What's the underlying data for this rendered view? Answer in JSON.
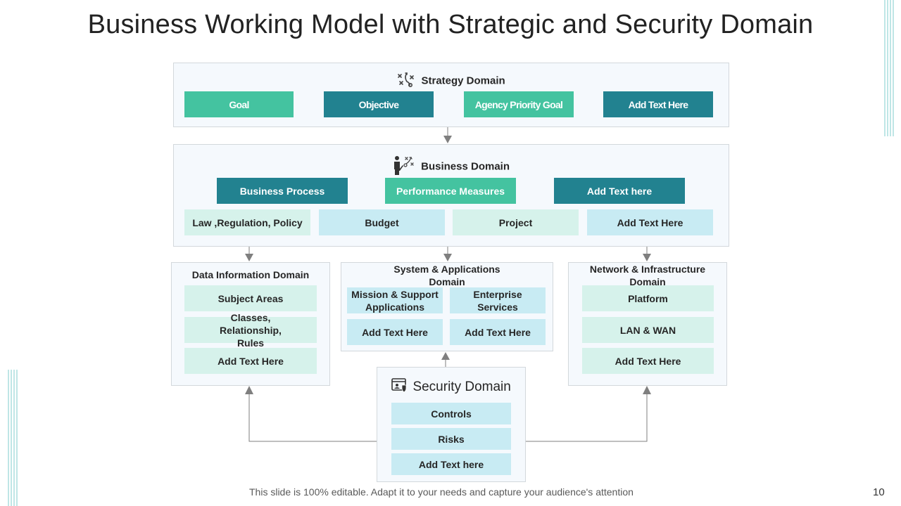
{
  "title": "Business Working Model with Strategic and Security Domain",
  "colors": {
    "dark_teal": "#228290",
    "green": "#44c3a0",
    "mint": "#d6f2eb",
    "sky": "#c8ebf3",
    "panel_bg": "#f5f9fd",
    "arrow": "#7f7f7f"
  },
  "strategy_domain": {
    "title": "Strategy Domain",
    "icon": "strategy-play-icon",
    "items": [
      "Goal",
      "Objective",
      "Agency Priority Goal",
      "Add Text Here"
    ]
  },
  "business_domain": {
    "title": "Business Domain",
    "icon": "presenter-strategy-icon",
    "top_items": [
      "Business Process",
      "Performance Measures",
      "Add  Text here"
    ],
    "bottom_items": [
      "Law ,Regulation, Policy",
      "Budget",
      "Project",
      "Add  Text Here"
    ]
  },
  "data_information_domain": {
    "title": "Data Information Domain",
    "items": [
      "Subject Areas",
      "Classes, Relationship, Rules",
      "Add  Text Here"
    ]
  },
  "system_applications_domain": {
    "title": "System & Applications Domain",
    "items": [
      "Mission & Support Applications",
      "Enterprise Services",
      "Add  Text Here",
      "Add  Text Here"
    ]
  },
  "network_infrastructure_domain": {
    "title": "Network & Infrastructure Domain",
    "items": [
      "Platform",
      "LAN & WAN",
      "Add  Text Here"
    ]
  },
  "security_domain": {
    "title": "Security Domain",
    "icon": "security-browser-icon",
    "items": [
      "Controls",
      "Risks",
      "Add  Text here"
    ]
  },
  "footer": {
    "note": "This slide is 100% editable. Adapt it to your needs and capture your audience's attention",
    "page_number": "10"
  }
}
